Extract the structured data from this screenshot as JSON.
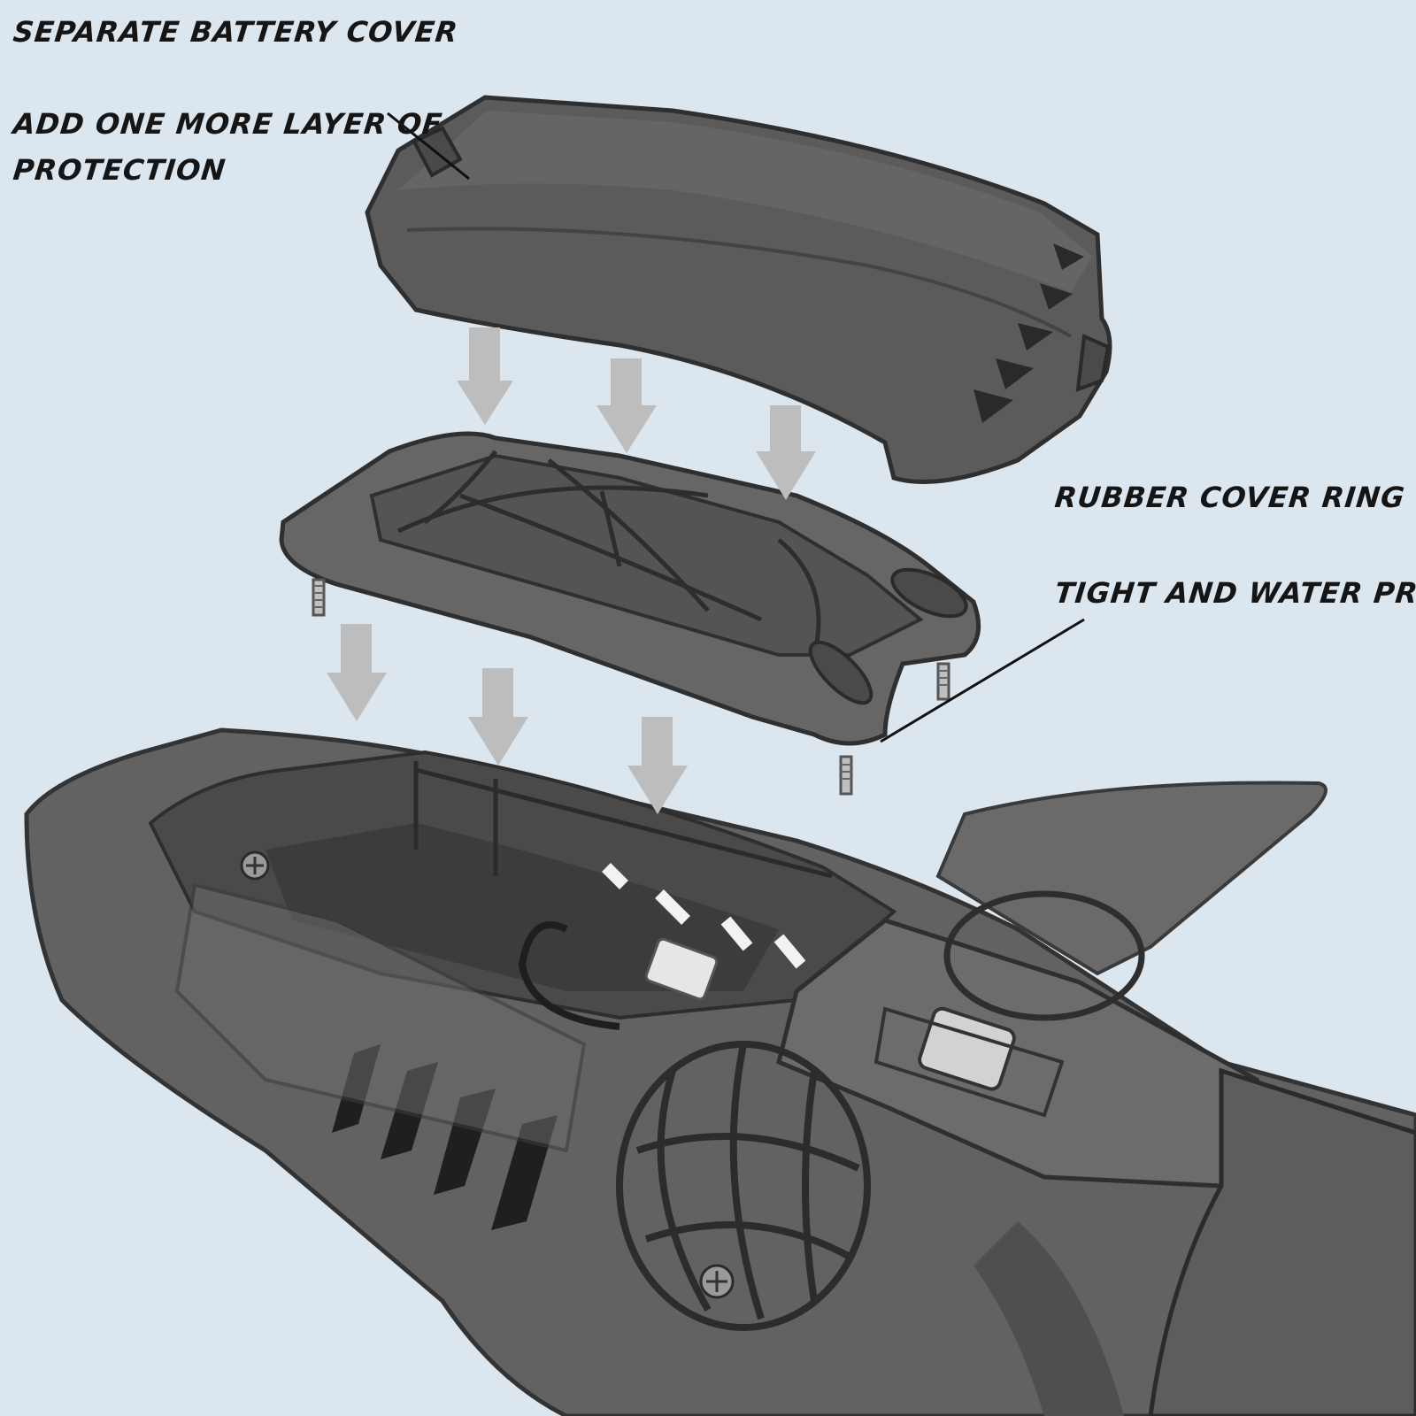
{
  "labels": {
    "battery_cover_title": "SEPARATE BATTERY COVER",
    "battery_cover_desc_line1": "ADD ONE MORE LAYER OF",
    "battery_cover_desc_line2": "PROTECTION",
    "ring_title": "RUBBER COVER RING",
    "ring_desc": "TIGHT AND WATER PROOF"
  },
  "colors": {
    "background": "#dce6ee",
    "part_dark": "#5a5a5a",
    "part_mid": "#6e6e6e",
    "part_shadow": "#3a3a3a",
    "arrow": "#bdbdbd",
    "text": "#151515"
  }
}
